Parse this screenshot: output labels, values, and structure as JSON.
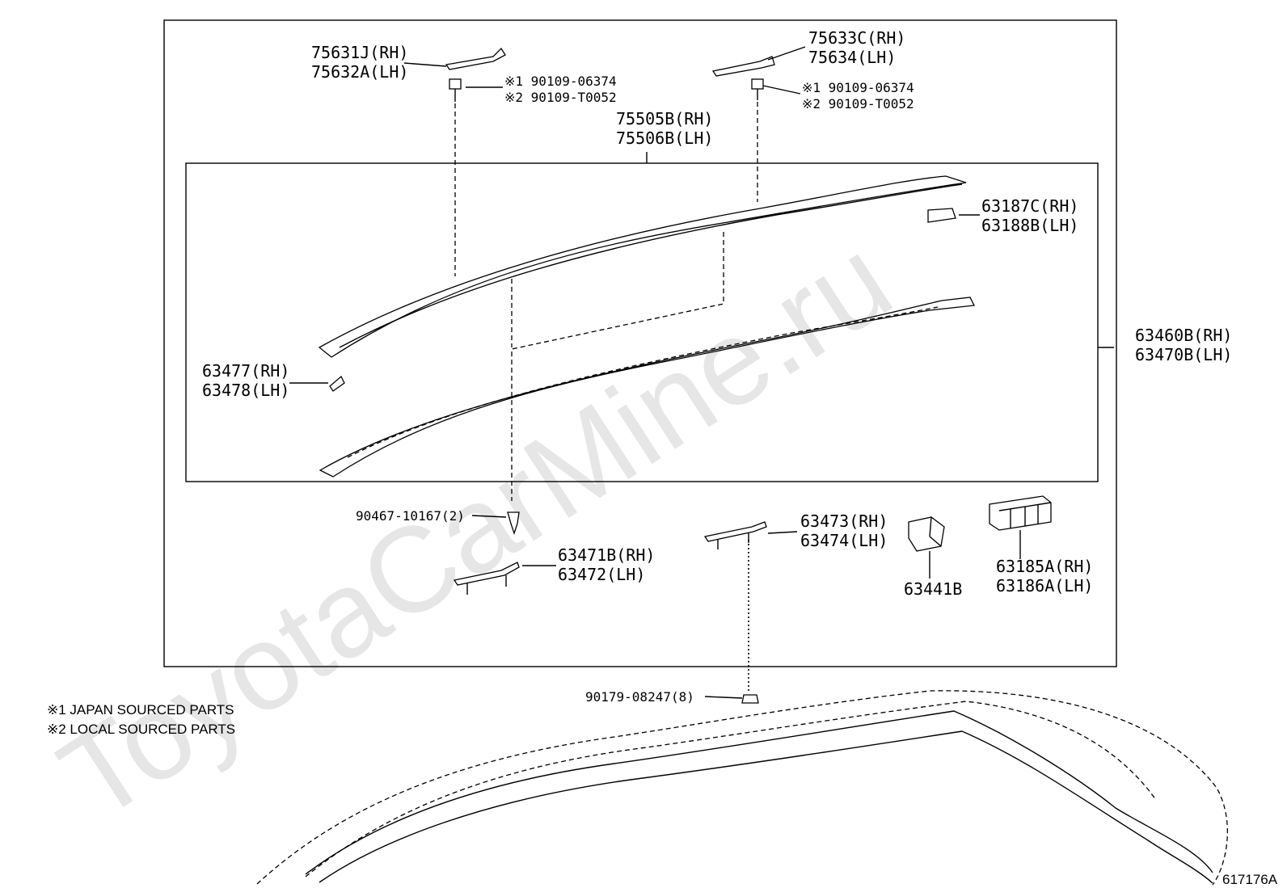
{
  "watermark": "ToyotaCarMine.ru",
  "diagram_id": "617176A",
  "notes": [
    "※1 JAPAN SOURCED PARTS",
    "※2 LOCAL SOURCED PARTS"
  ],
  "parts": {
    "cover_front": [
      "75631J(RH)",
      "75632A(LH)"
    ],
    "cover_rear": [
      "75633C(RH)",
      "75634(LH)"
    ],
    "bolt_front": [
      "※1 90109-06374",
      "※2 90109-T0052"
    ],
    "bolt_rear": [
      "※1 90109-06374",
      "※2 90109-T0052"
    ],
    "rail": [
      "75505B(RH)",
      "75506B(LH)"
    ],
    "end_cap_rear": [
      "63187C(RH)",
      "63188B(LH)"
    ],
    "end_cap_front": [
      "63477(RH)",
      "63478(LH)"
    ],
    "assembly": [
      "63460B(RH)",
      "63470B(LH)"
    ],
    "clip": "90467-10167(2)",
    "bracket_front": [
      "63471B(RH)",
      "63472(LH)"
    ],
    "bracket_rear": [
      "63473(RH)",
      "63474(LH)"
    ],
    "holder": "63441B",
    "holder_set": [
      "63185A(RH)",
      "63186A(LH)"
    ],
    "nut": "90179-08247(8)"
  }
}
